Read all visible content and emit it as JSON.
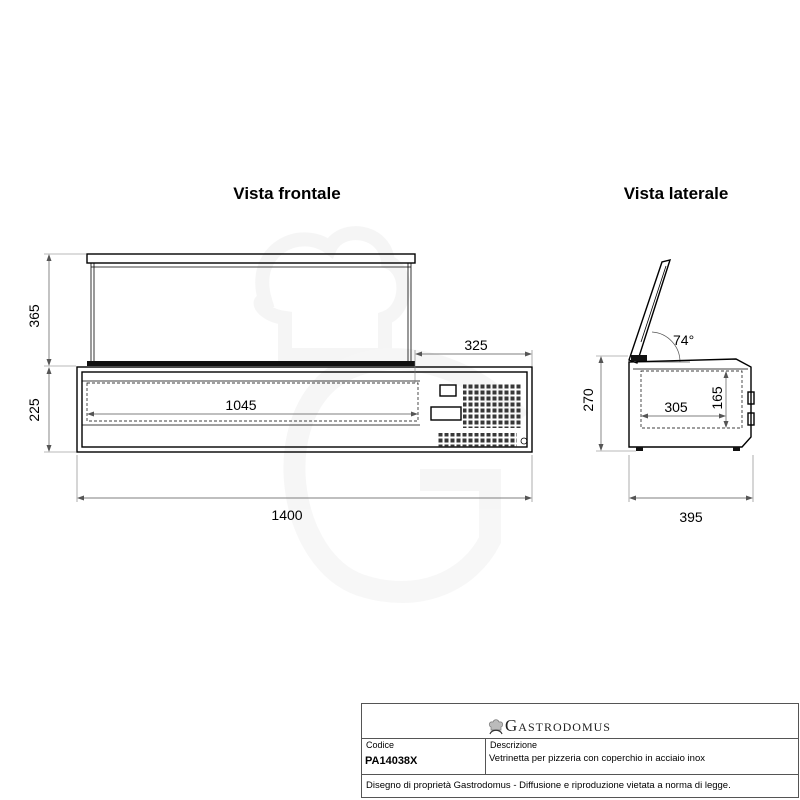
{
  "views": {
    "front_title": "Vista frontale",
    "side_title": "Vista laterale"
  },
  "dimensions": {
    "front_lid_height": "365",
    "front_body_height": "225",
    "front_control_width": "325",
    "front_pan_width": "1045",
    "front_total_width": "1400",
    "side_angle": "74°",
    "side_height": "270",
    "side_pan_depth": "305",
    "side_pan_height": "165",
    "side_total_depth": "395"
  },
  "title_block": {
    "brand": "Gastrodomus",
    "code_label": "Codice",
    "code_value": "PA14038X",
    "description_label": "Descrizione",
    "description_value": "Vetrinetta per pizzeria con coperchio in acciaio inox",
    "notice": "Disegno di proprietà Gastrodomus - Diffusione e riproduzione vietata a norma di legge."
  },
  "colors": {
    "line": "#000000",
    "dimension_line": "#555555",
    "watermark": "#f2f2f2"
  }
}
